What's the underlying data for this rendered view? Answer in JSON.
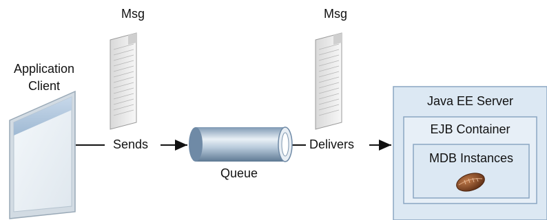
{
  "client": {
    "label_line1": "Application",
    "label_line2": "Client"
  },
  "messages": {
    "msg_left": "Msg",
    "msg_right": "Msg"
  },
  "flow": {
    "sends_label": "Sends",
    "delivers_label": "Delivers"
  },
  "queue": {
    "label": "Queue"
  },
  "server": {
    "title": "Java EE Server",
    "container": "EJB Container",
    "instances": "MDB Instances"
  },
  "colors": {
    "box_fill": "#dce8f3",
    "box_stroke": "#8aa6c2",
    "queue_body": "#9fb6cc",
    "bean": "#8a4b2a",
    "line": "#111111"
  }
}
